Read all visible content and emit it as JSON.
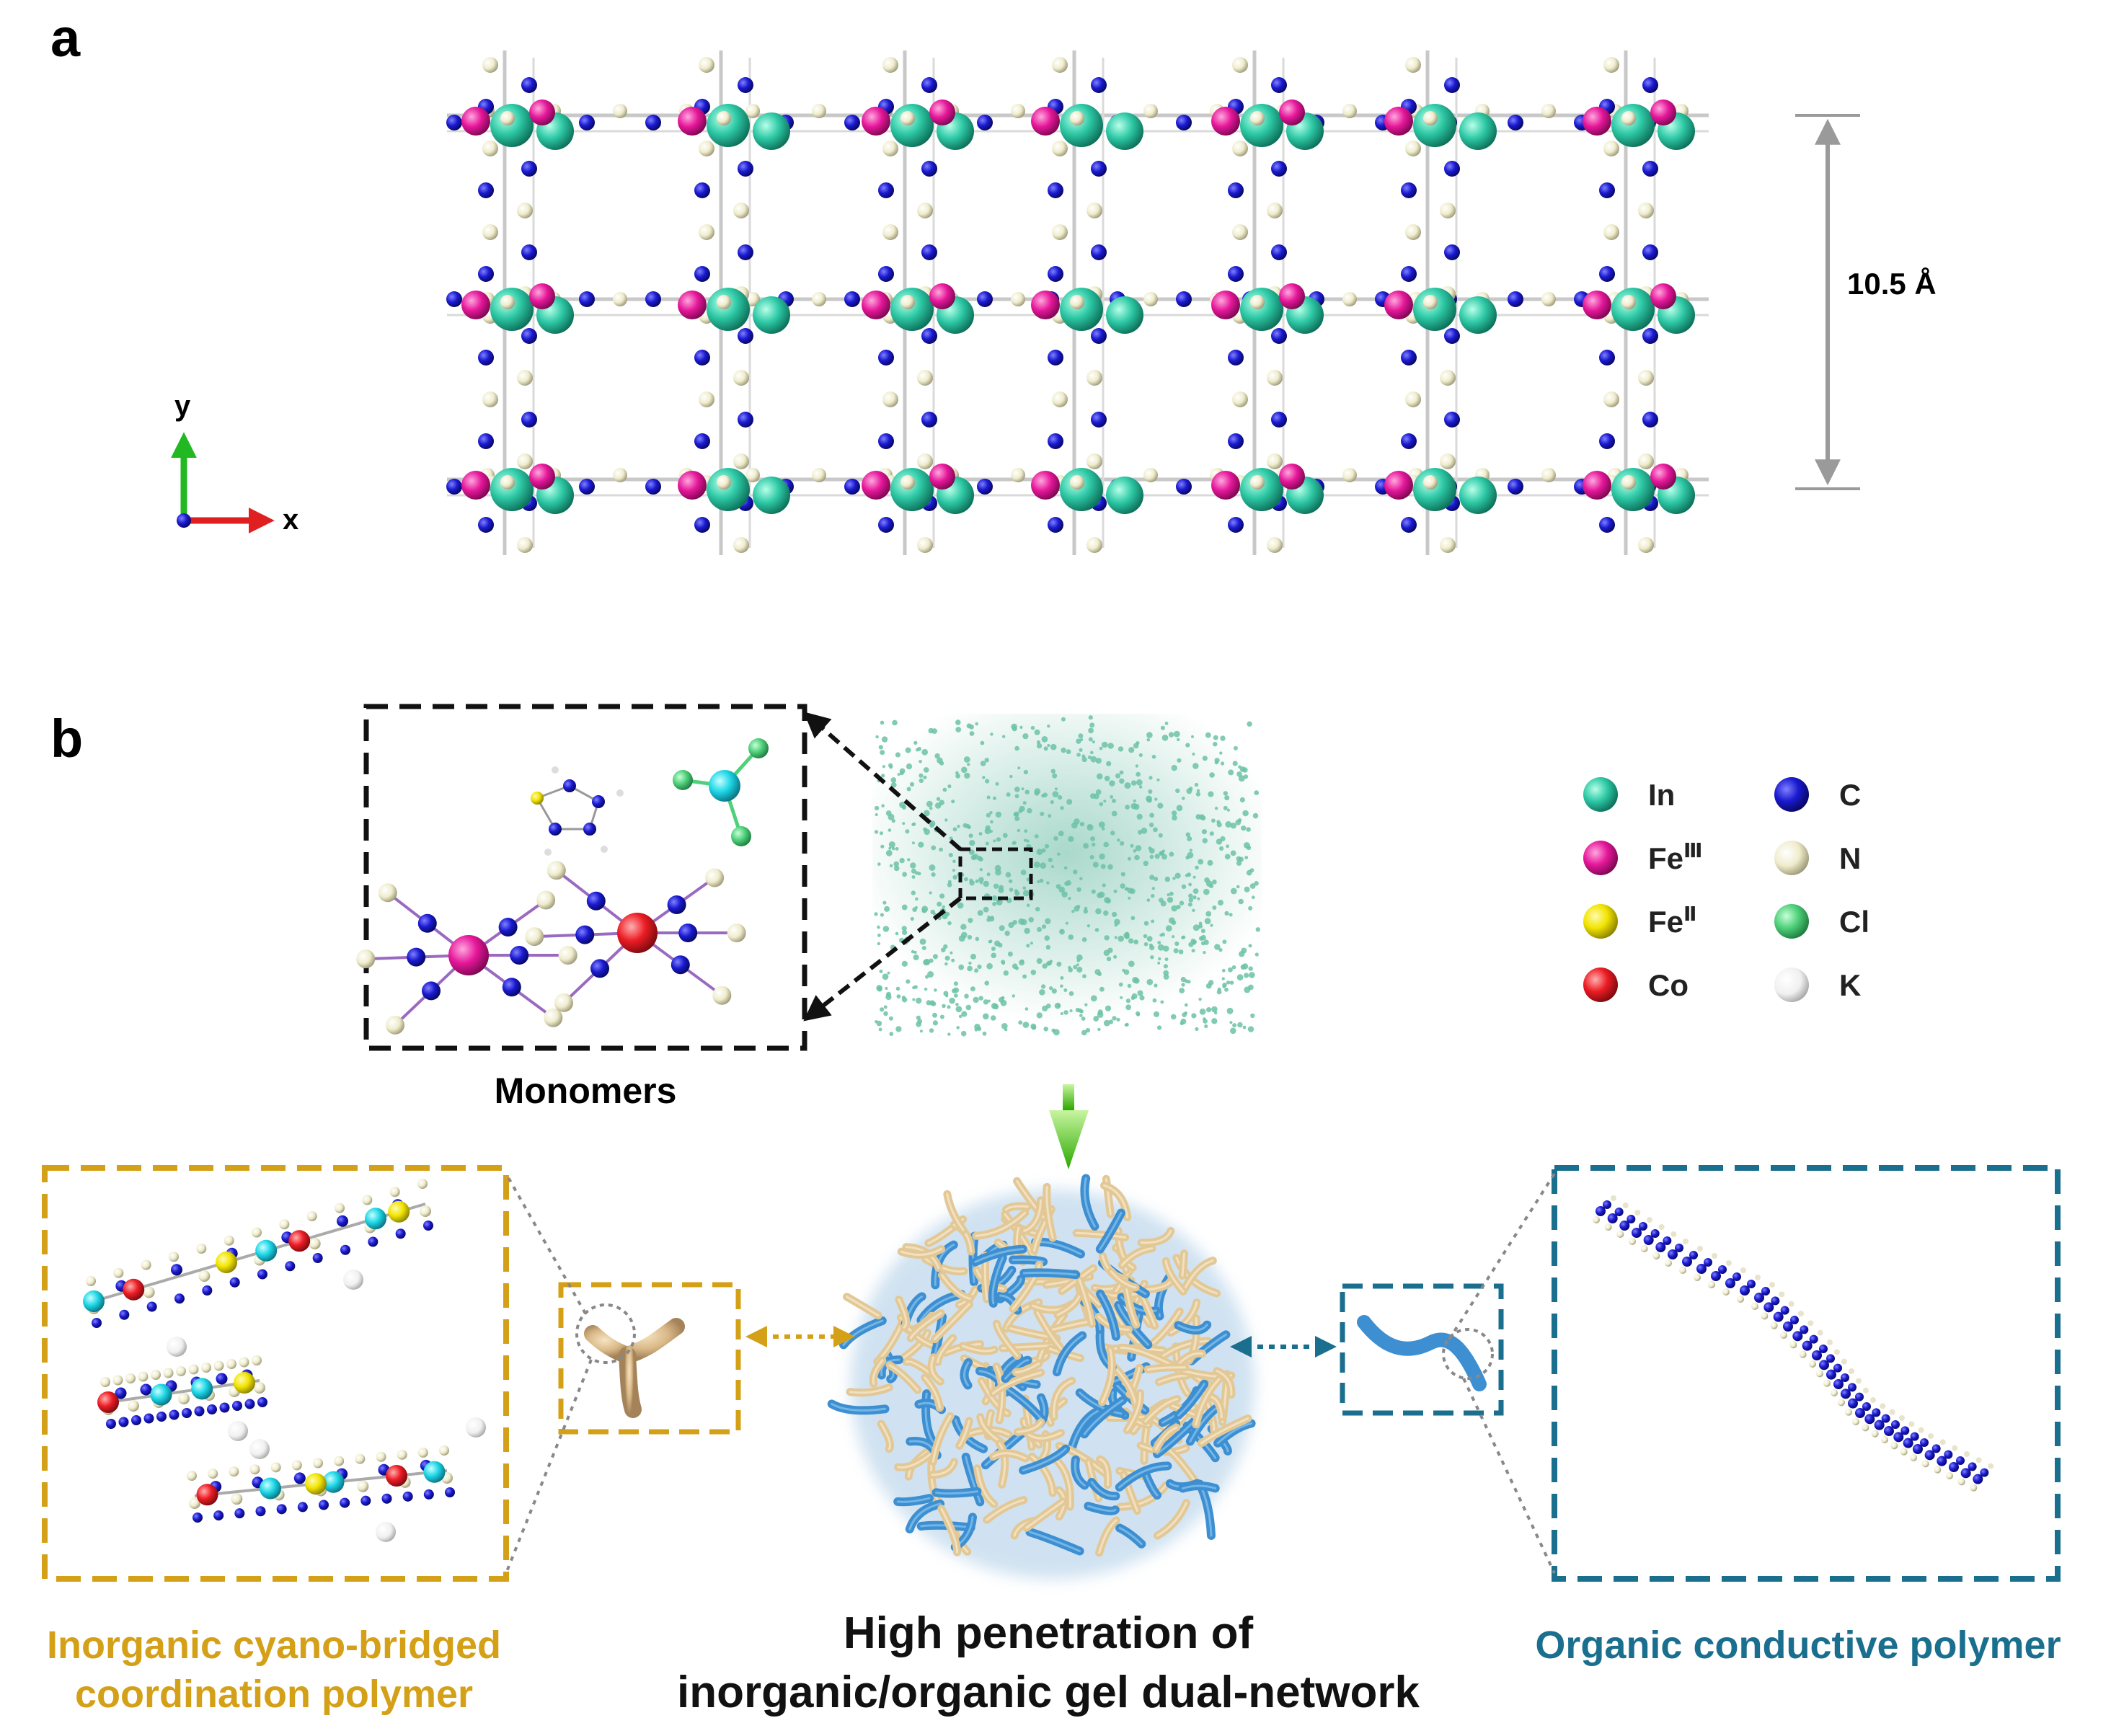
{
  "panels": {
    "a": "a",
    "b": "b"
  },
  "panel_a": {
    "axis_y": "y",
    "axis_x": "x",
    "dimension": "10.5 Å"
  },
  "legend": [
    {
      "label": "In",
      "sup": "",
      "color": "#2ec9a6"
    },
    {
      "label": "Fe",
      "sup": "Ⅲ",
      "color": "#e6179a"
    },
    {
      "label": "Fe",
      "sup": "Ⅱ",
      "color": "#f2e400"
    },
    {
      "label": "Co",
      "sup": "",
      "color": "#ec1c24"
    },
    {
      "label": "C",
      "sup": "",
      "color": "#1a1ad0"
    },
    {
      "label": "N",
      "sup": "",
      "color": "#efeccc"
    },
    {
      "label": "Cl",
      "sup": "",
      "color": "#4fd07a"
    },
    {
      "label": "K",
      "sup": "",
      "color": "#f4f4f4"
    }
  ],
  "labels": {
    "monomers": "Monomers",
    "inorganic_line1": "Inorganic cyano-bridged",
    "inorganic_line2": "coordination polymer",
    "center_line1": "High penetration of",
    "center_line2": "inorganic/organic gel dual-network",
    "organic": "Organic conductive polymer"
  },
  "colors": {
    "gold": "#d4a017",
    "teal": "#1a6e8e",
    "polymer_blue": "#3d8fd1",
    "polymer_tan": "#e2c896"
  }
}
